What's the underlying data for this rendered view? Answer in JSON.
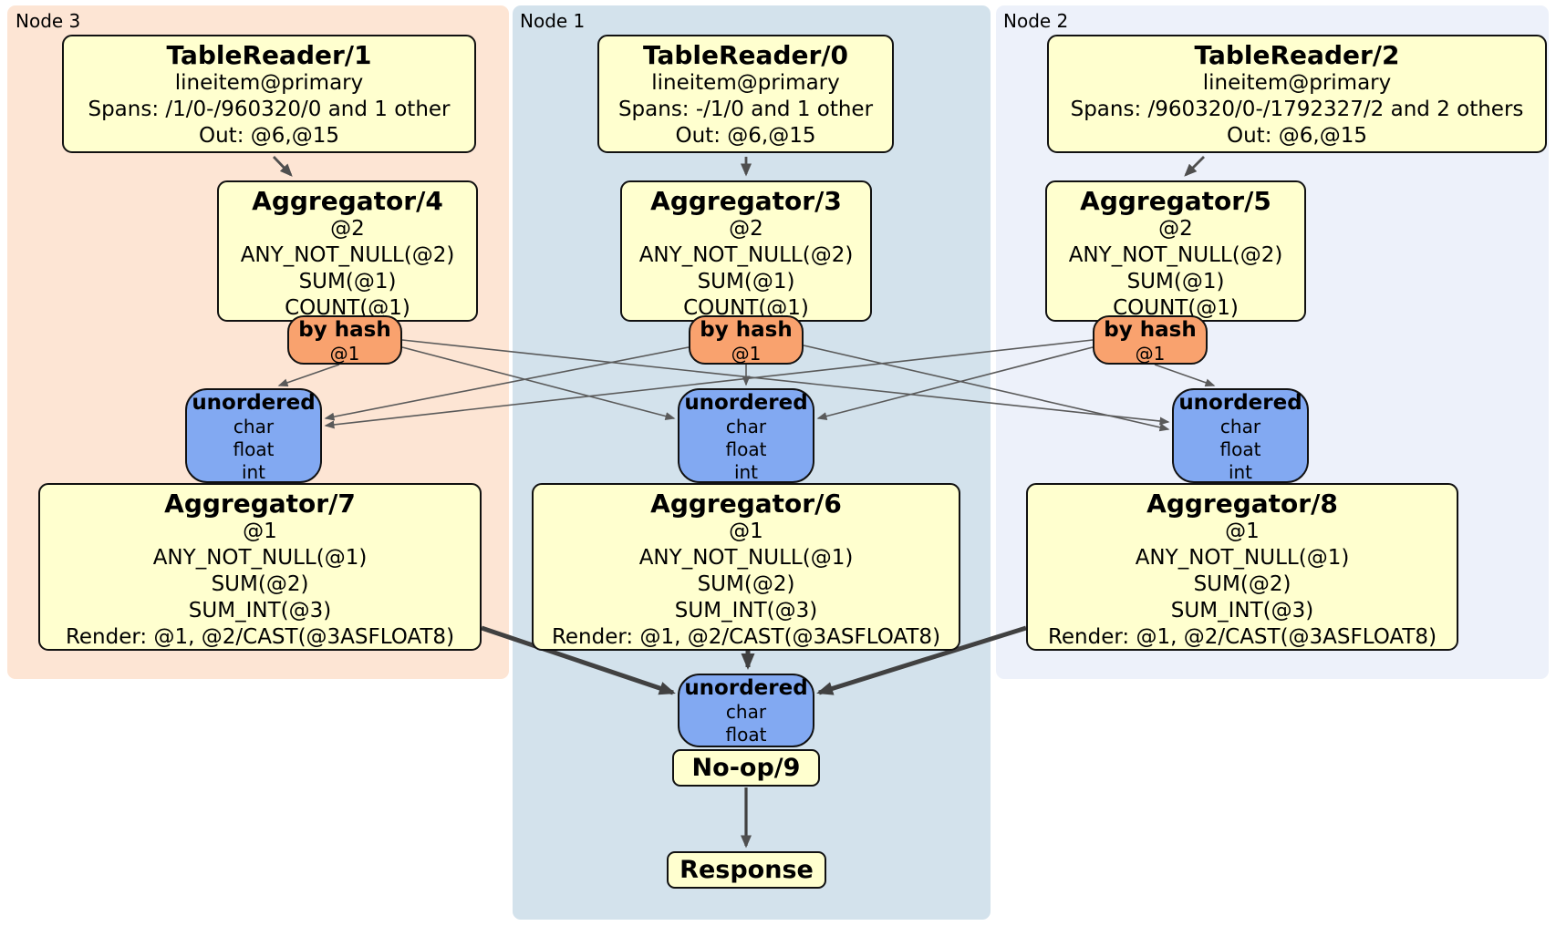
{
  "nodes": {
    "n3": {
      "label": "Node 3"
    },
    "n1": {
      "label": "Node 1"
    },
    "n2": {
      "label": "Node 2"
    }
  },
  "boxes": {
    "tr1": {
      "title": "TableReader/1",
      "lines": [
        "lineitem@primary",
        "Spans: /1/0-/960320/0 and 1 other",
        "Out: @6,@15"
      ]
    },
    "tr0": {
      "title": "TableReader/0",
      "lines": [
        "lineitem@primary",
        "Spans: -/1/0 and 1 other",
        "Out: @6,@15"
      ]
    },
    "tr2": {
      "title": "TableReader/2",
      "lines": [
        "lineitem@primary",
        "Spans: /960320/0-/1792327/2 and 2 others",
        "Out: @6,@15"
      ]
    },
    "agg4": {
      "title": "Aggregator/4",
      "lines": [
        "@2",
        "ANY_NOT_NULL(@2)",
        "SUM(@1)",
        "COUNT(@1)"
      ]
    },
    "agg3": {
      "title": "Aggregator/3",
      "lines": [
        "@2",
        "ANY_NOT_NULL(@2)",
        "SUM(@1)",
        "COUNT(@1)"
      ]
    },
    "agg5": {
      "title": "Aggregator/5",
      "lines": [
        "@2",
        "ANY_NOT_NULL(@2)",
        "SUM(@1)",
        "COUNT(@1)"
      ]
    },
    "hash3": {
      "title": "by hash",
      "lines": [
        "@1"
      ]
    },
    "hash1": {
      "title": "by hash",
      "lines": [
        "@1"
      ]
    },
    "hash2": {
      "title": "by hash",
      "lines": [
        "@1"
      ]
    },
    "sync3": {
      "title": "unordered",
      "lines": [
        "char",
        "float",
        "int"
      ]
    },
    "sync1": {
      "title": "unordered",
      "lines": [
        "char",
        "float",
        "int"
      ]
    },
    "sync2": {
      "title": "unordered",
      "lines": [
        "char",
        "float",
        "int"
      ]
    },
    "agg7": {
      "title": "Aggregator/7",
      "lines": [
        "@1",
        "ANY_NOT_NULL(@1)",
        "SUM(@2)",
        "SUM_INT(@3)",
        "Render: @1, @2/CAST(@3ASFLOAT8)"
      ]
    },
    "agg6": {
      "title": "Aggregator/6",
      "lines": [
        "@1",
        "ANY_NOT_NULL(@1)",
        "SUM(@2)",
        "SUM_INT(@3)",
        "Render: @1, @2/CAST(@3ASFLOAT8)"
      ]
    },
    "agg8": {
      "title": "Aggregator/8",
      "lines": [
        "@1",
        "ANY_NOT_NULL(@1)",
        "SUM(@2)",
        "SUM_INT(@3)",
        "Render: @1, @2/CAST(@3ASFLOAT8)"
      ]
    },
    "syncfinal": {
      "title": "unordered",
      "lines": [
        "char",
        "float"
      ]
    },
    "noop": {
      "title": "No-op/9"
    },
    "response": {
      "title": "Response"
    }
  },
  "colors": {
    "node3_bg": "#fde5d4",
    "node1_bg": "#d3e2ec",
    "node2_bg": "#edf1fa",
    "processor_fill": "#ffffcf",
    "router_fill": "#f9a26e",
    "sync_fill": "#82a9f2",
    "box_border": "#111111",
    "edge": "#4f4f4f"
  }
}
